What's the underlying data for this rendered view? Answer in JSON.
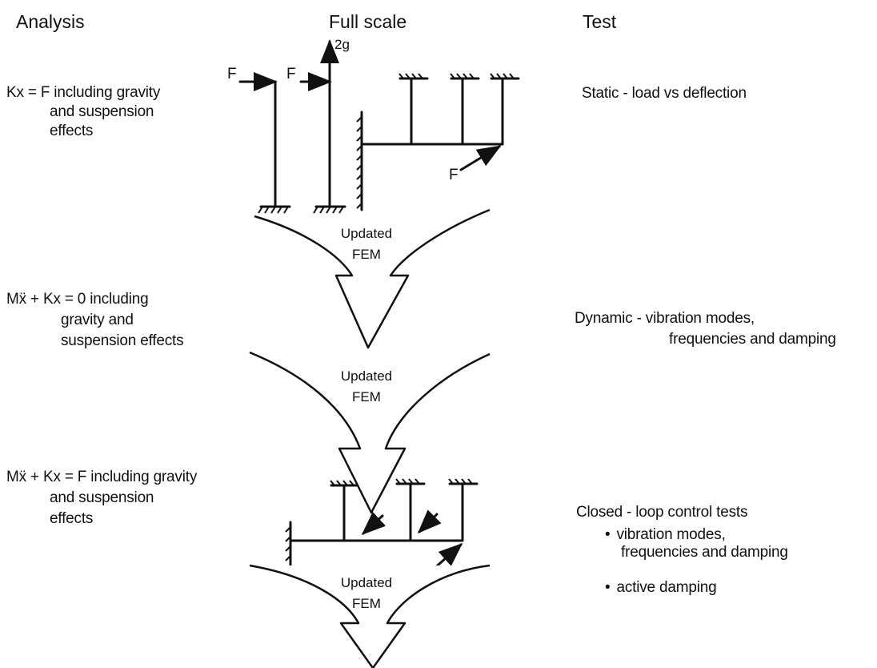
{
  "headers": {
    "analysis": "Analysis",
    "full_scale": "Full scale",
    "test": "Test"
  },
  "analysis": {
    "row1": [
      "Kx = F  including gravity",
      "and suspension",
      "effects"
    ],
    "row2": [
      "Mẍ + Kx = 0 including",
      "gravity and",
      "suspension effects"
    ],
    "row3": [
      "Mẍ + Kx = F  including gravity",
      "and suspension",
      "effects"
    ]
  },
  "test": {
    "row1": "Static  - load vs deflection",
    "row2": [
      "Dynamic - vibration modes,",
      "frequencies and damping"
    ],
    "row3": {
      "title": "Closed - loop control tests",
      "bullets": [
        "vibration modes,",
        "frequencies and damping",
        "active damping"
      ]
    }
  },
  "arrows": {
    "a1": [
      "Updated",
      "FEM"
    ],
    "a2": [
      "Updated",
      "FEM"
    ],
    "a3": [
      "Updated",
      "FEM"
    ]
  },
  "diagram_labels": {
    "force": "F",
    "accel": "2g"
  }
}
